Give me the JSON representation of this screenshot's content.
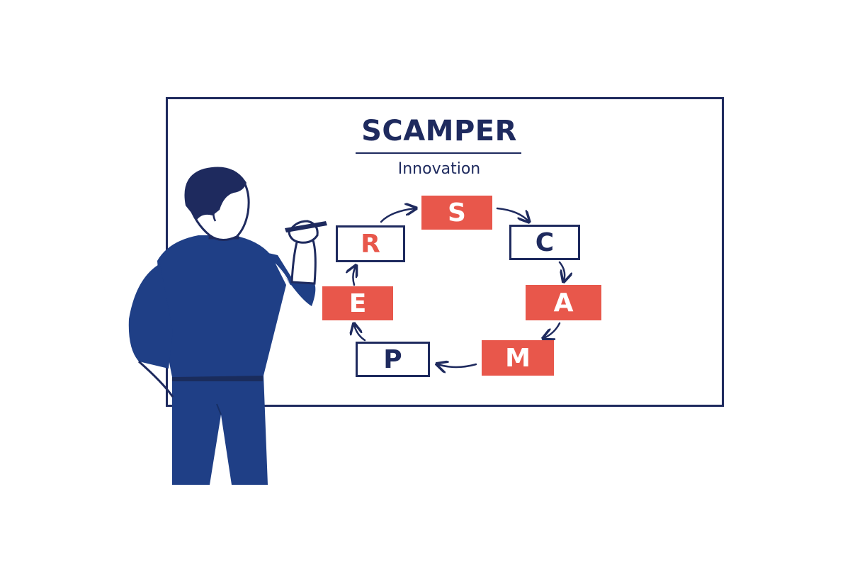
{
  "diagram": {
    "title": "SCAMPER",
    "subtitle": "Innovation",
    "steps": [
      {
        "letter": "S",
        "style": "filled"
      },
      {
        "letter": "C",
        "style": "outlined"
      },
      {
        "letter": "A",
        "style": "filled"
      },
      {
        "letter": "M",
        "style": "filled"
      },
      {
        "letter": "P",
        "style": "outlined"
      },
      {
        "letter": "E",
        "style": "filled"
      },
      {
        "letter": "R",
        "style": "outlined-red"
      }
    ],
    "flow": "clockwise cycle S→C→A→M→P→E→R→S"
  },
  "colors": {
    "navy": "#1e2a5e",
    "shirt": "#1f3f86",
    "coral": "#e8574b"
  },
  "icons": [
    "person-illustration",
    "marker-icon",
    "arrow-icon"
  ]
}
